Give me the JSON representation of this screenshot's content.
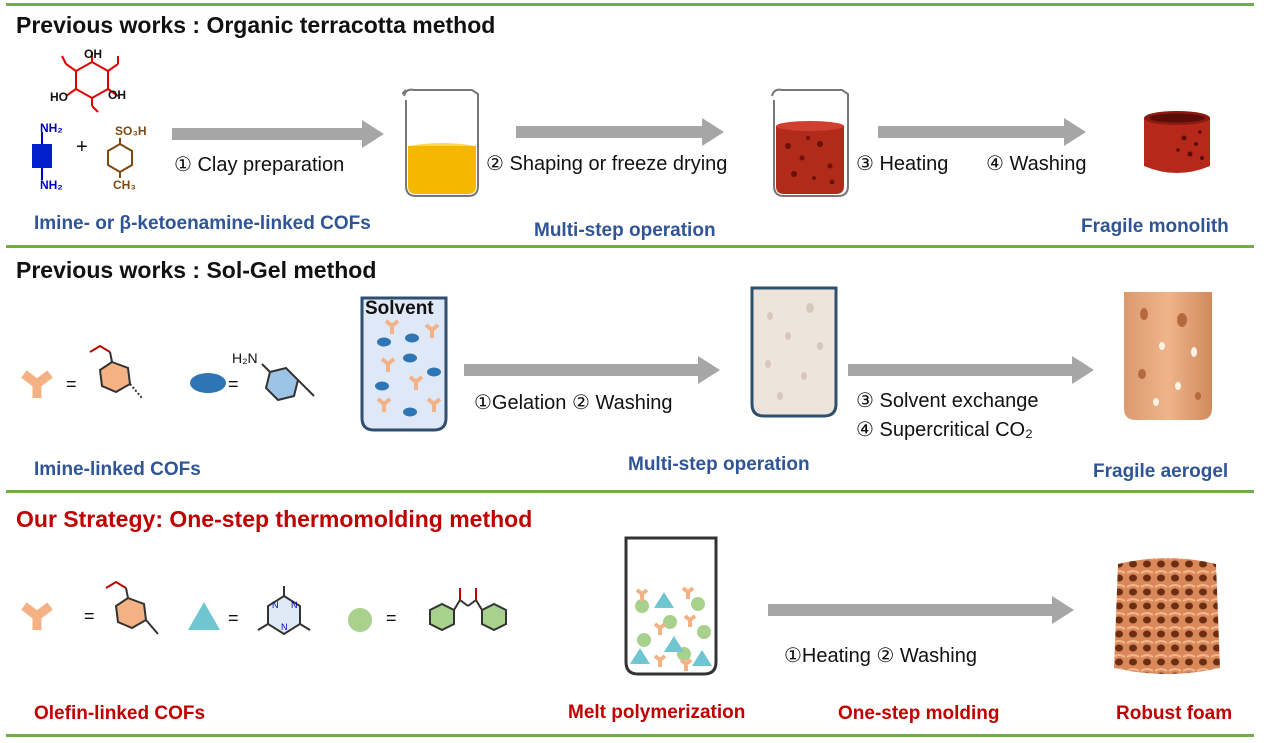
{
  "sections": [
    {
      "title": "Previous works : Organic terracotta method",
      "steps": [
        "① Clay preparation",
        "② Shaping or freeze drying",
        "③ Heating",
        "④ Washing"
      ],
      "labels": {
        "left": "Imine- or β-ketoenamine-linked COFs",
        "middle": "Multi-step operation",
        "right": "Fragile monolith"
      },
      "chem": {
        "oh1": "OH",
        "oh2": "HO",
        "oh3": "OH",
        "nh2_top": "NH₂",
        "nh2_bottom": "NH₂",
        "so3h": "SO₃H",
        "ch3": "CH₃",
        "plus": "+"
      }
    },
    {
      "title": "Previous works : Sol-Gel method",
      "solvent": "Solvent",
      "steps": [
        "①Gelation ② Washing",
        "③ Solvent exchange",
        "④ Supercritical CO₂"
      ],
      "labels": {
        "left": "Imine-linked COFs",
        "middle": "Multi-step operation",
        "right": "Fragile aerogel"
      },
      "chem": {
        "eq": "=",
        "h2n": "H₂N"
      }
    },
    {
      "title": "Our Strategy: One-step thermomolding method",
      "steps": [
        "①Heating ② Washing"
      ],
      "labels": {
        "left": "Olefin-linked COFs",
        "middle": "Melt polymerization",
        "middle2": "One-step molding",
        "right": "Robust foam"
      },
      "chem": {
        "eq": "="
      }
    }
  ],
  "colors": {
    "divider": "#70ad47",
    "arrow": "#a6a6a6",
    "blue_label": "#2f5597",
    "red_label": "#c00000",
    "monomer_orange": "#f4b183",
    "monomer_blue": "#2e75b6",
    "triangle": "#6fc6d0",
    "sphere": "#a9d18e",
    "amber": "#f5b800",
    "red_liquid": "#b22a1a"
  }
}
